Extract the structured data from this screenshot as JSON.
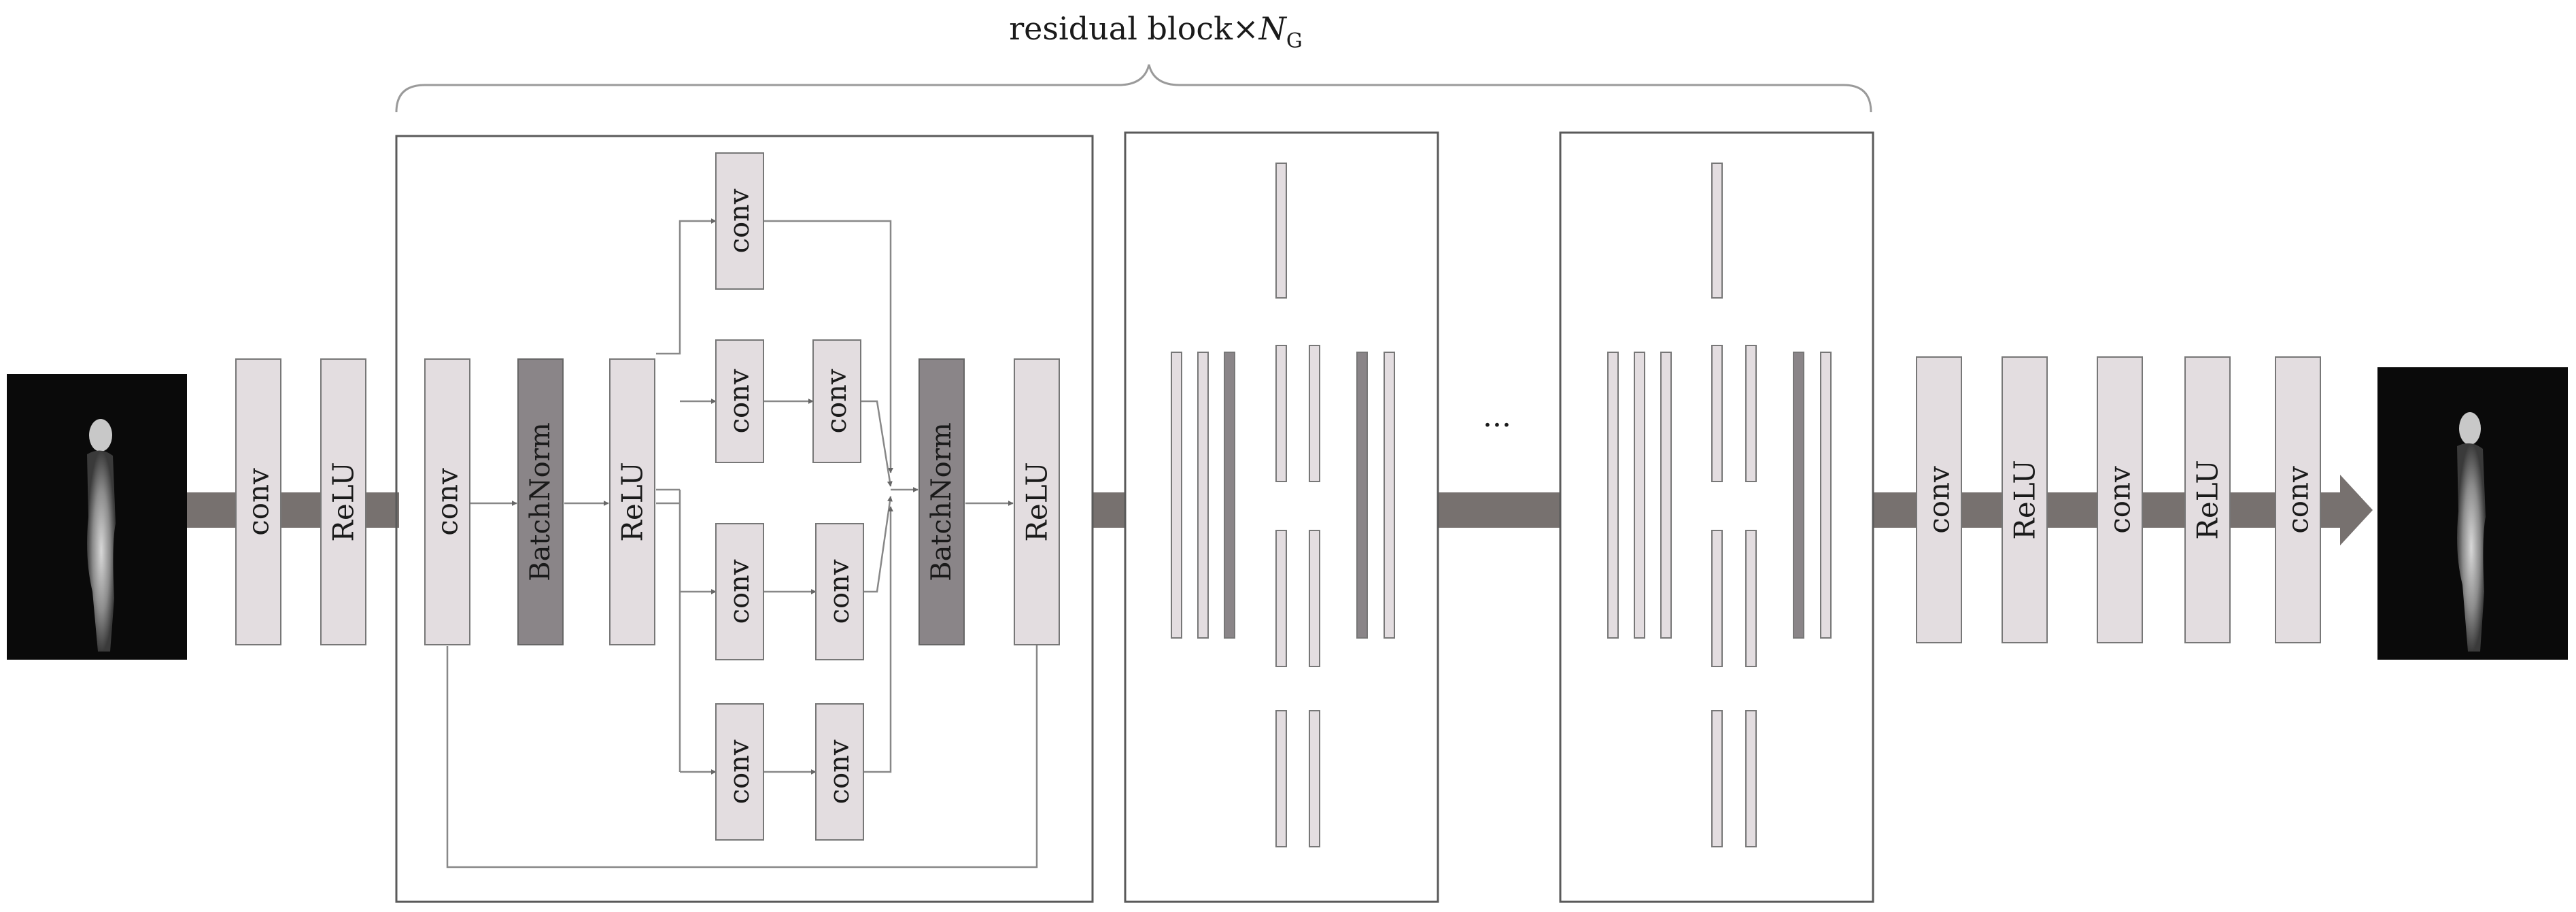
{
  "title": {
    "text": "residual block×",
    "symbol": "N",
    "subscript": "G"
  },
  "layers": {
    "conv": "conv",
    "relu": "ReLU",
    "batchnorm": "BatchNorm"
  },
  "ellipsis": "···",
  "colors": {
    "layer_fill": "#e3dde0",
    "dark_layer_fill": "#8a8588",
    "arrow": "#77716f",
    "line": "#888888",
    "box_border": "#5a5a5a",
    "image_background": "#0a0a0a"
  }
}
